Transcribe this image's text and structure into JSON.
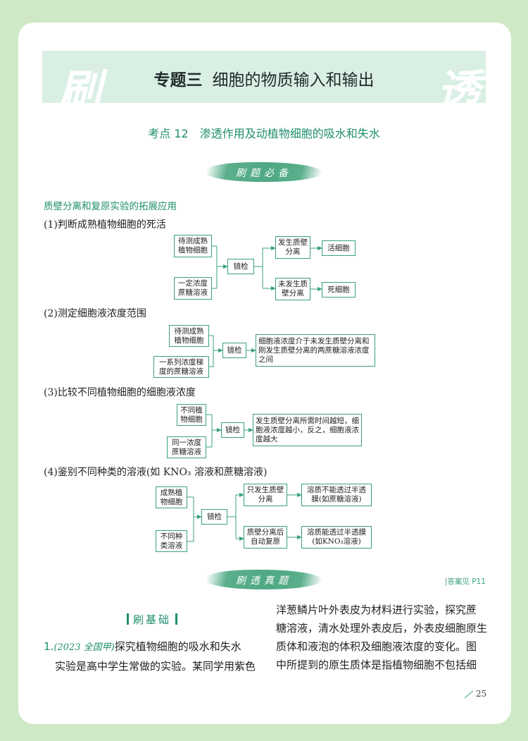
{
  "banner": {
    "left_char": "刷",
    "right_char": "透",
    "topic_label": "专题三",
    "topic_title": "细胞的物质输入和输出"
  },
  "subtitle": "考点 12　渗透作用及动植物细胞的吸水和失水",
  "brush_labels": {
    "must_prepare": "刷题必备",
    "real_questions": "刷透真题"
  },
  "section_title": "质壁分离和复原实验的拓展应用",
  "items": [
    "(1)判断成熟植物细胞的死活",
    "(2)测定细胞液浓度范围",
    "(3)比较不同植物细胞的细胞液浓度",
    "(4)鉴别不同种类的溶液(如 KNO₃ 溶液和蔗糖溶液)"
  ],
  "flow1": {
    "a": "待测成熟植物细胞",
    "b": "一定浓度蔗糖溶液",
    "c": "镜检",
    "d": "发生质壁分离",
    "e": "活细胞",
    "f": "未发生质壁分离",
    "g": "死细胞"
  },
  "flow2": {
    "a": "待测成熟植物细胞",
    "b": "一系列浓度梯度的蔗糖溶液",
    "c": "镜检",
    "d": "细胞液浓度介于未发生质壁分离和刚发生质壁分离的两蔗糖溶液浓度之间"
  },
  "flow3": {
    "a": "不同植物细胞",
    "b": "同一浓度蔗糖溶液",
    "c": "镜检",
    "d": "发生质壁分离所需时间越短，细胞液浓度越小，反之，细胞液浓度越大"
  },
  "flow4": {
    "a": "成熟植物细胞",
    "b": "不同种类溶液",
    "c": "镜检",
    "d": "只发生质壁分离",
    "e": "溶质不能透过半透膜(如蔗糖溶液)",
    "f": "质壁分离后自动复原",
    "g": "溶质能透过半透膜(如KNO₃溶液)"
  },
  "answer_ref": "|答案见 P11",
  "basic_label": "刷基础",
  "question": {
    "number": "1.",
    "source": "(2023 全国甲)",
    "left_lines": [
      "探究植物细胞的吸水和失水",
      "实验是高中学生常做的实验。某同学用紫色"
    ],
    "right_lines": [
      "洋葱鳞片叶外表皮为材料进行实验，探究蔗",
      "糖溶液，清水处理外表皮后，外表皮细胞原生",
      "质体和液泡的体积及细胞液浓度的变化。图",
      "中所提到的原生质体是指植物细胞不包括细"
    ]
  },
  "page_number": "25",
  "colors": {
    "accent": "#1f8e6e",
    "box_border": "#3aa07a",
    "banner_bg": "#d9efe4",
    "page_bg": "#cfe9c6"
  }
}
